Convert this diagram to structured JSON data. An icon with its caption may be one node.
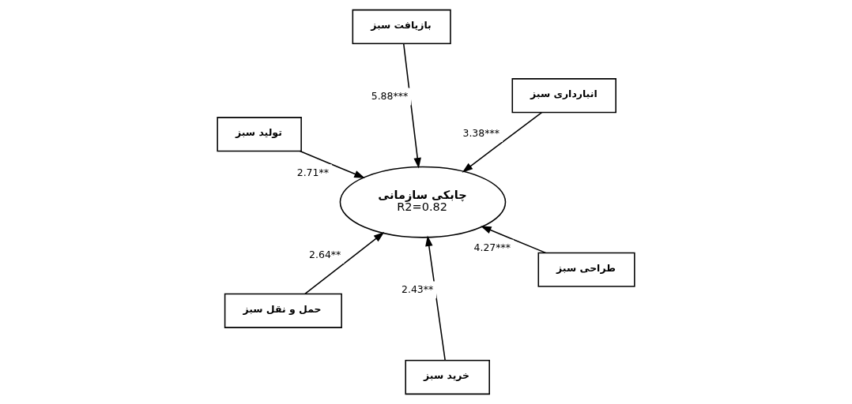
{
  "diagram": {
    "nodes": [
      {
        "text": [
          "تولید سبز"
        ]
      },
      {
        "text": [
          "طراحی سبز"
        ]
      },
      {
        "text": [
          "خرید سبز"
        ]
      },
      {
        "text": [
          "چابکی سازمانی",
          "R2=0.82"
        ]
      },
      {
        "text": [
          "انبارداری سبز"
        ]
      },
      {
        "text": [
          "بازیافت سبز"
        ]
      },
      {
        "text": [
          "حمل و نقل سبز"
        ]
      }
    ],
    "edges": [
      {
        "from": 0,
        "to": 3,
        "arrow": "to",
        "label": "2.71**"
      },
      {
        "from": 1,
        "to": 3,
        "arrow": "to",
        "label": "4.27***"
      },
      {
        "from": 2,
        "to": 3,
        "arrow": "to",
        "label": "2.43**"
      },
      {
        "from": 4,
        "to": 3,
        "arrow": "to",
        "label": "3.38***"
      },
      {
        "from": 5,
        "to": 3,
        "arrow": "to",
        "label": "5.88***"
      },
      {
        "from": 6,
        "to": 3,
        "arrow": "to",
        "label": "2.64**"
      }
    ]
  }
}
